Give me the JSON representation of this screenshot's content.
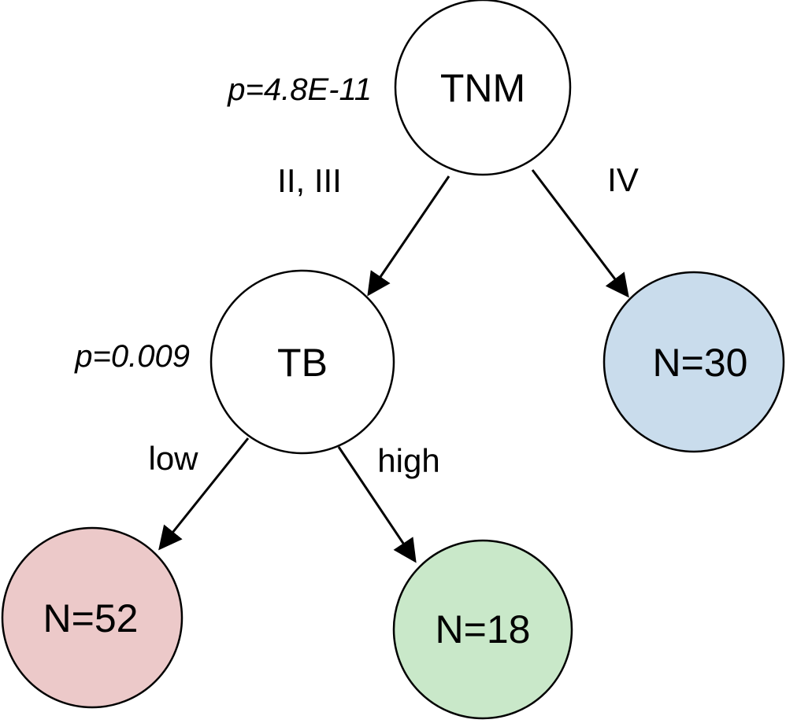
{
  "nodes": {
    "root": {
      "label": "TNM",
      "p_value": "p=4.8E-11",
      "fill": "#ffffff"
    },
    "tb": {
      "label": "TB",
      "p_value": "p=0.009",
      "fill": "#ffffff"
    },
    "leaf_iv": {
      "label": "N=30",
      "fill": "#c9dcec"
    },
    "leaf_low": {
      "label": "N=52",
      "fill": "#ecc9c9"
    },
    "leaf_high": {
      "label": "N=18",
      "fill": "#c9e8c9"
    }
  },
  "edges": {
    "root_to_tb": {
      "label": "II, III"
    },
    "root_to_iv": {
      "label": "IV"
    },
    "tb_to_low": {
      "label": "low"
    },
    "tb_to_high": {
      "label": "high"
    }
  },
  "colors": {
    "stroke": "#000000"
  }
}
